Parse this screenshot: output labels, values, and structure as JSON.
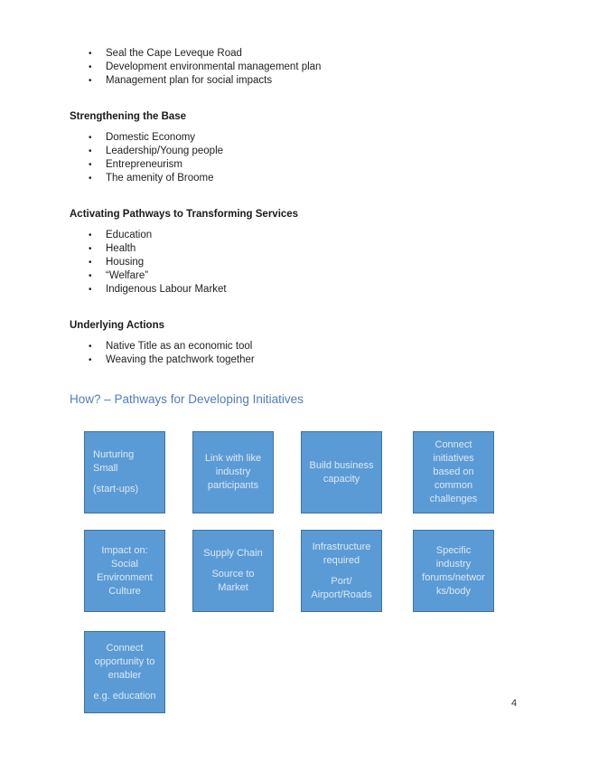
{
  "page": {
    "number": "4"
  },
  "intro_bullets": [
    "Seal the Cape Leveque Road",
    "Development environmental management plan",
    "Management plan for social impacts"
  ],
  "sections": [
    {
      "heading": "Strengthening the Base",
      "bullets": [
        "Domestic Economy",
        "Leadership/Young people",
        "Entrepreneurism",
        "The amenity of Broome"
      ]
    },
    {
      "heading": "Activating Pathways to Transforming Services",
      "bullets": [
        "Education",
        "Health",
        "Housing",
        "“Welfare”",
        "Indigenous Labour Market"
      ]
    },
    {
      "heading": "Underlying Actions",
      "bullets": [
        "Native Title as an economic tool",
        "Weaving the patchwork together"
      ]
    }
  ],
  "subheading": "How? – Pathways for Developing Initiatives",
  "colors": {
    "accent_heading": "#4f7dbb",
    "box_fill": "#5b9bd5",
    "box_border": "#41719c",
    "box_text": "#dce9f7"
  },
  "diagram": {
    "rows": [
      [
        {
          "align": "left",
          "lines": [
            "Nurturing",
            "Small",
            "",
            "(start-ups)"
          ]
        },
        {
          "align": "center",
          "lines": [
            "Link with like",
            "industry",
            "participants"
          ]
        },
        {
          "align": "center",
          "lines": [
            "Build business",
            "capacity"
          ]
        },
        {
          "align": "center",
          "lines": [
            "Connect",
            "initiatives",
            "based on",
            "common",
            "challenges"
          ]
        }
      ],
      [
        {
          "align": "center",
          "lines": [
            "Impact on:",
            "Social",
            "Environment",
            "Culture"
          ]
        },
        {
          "align": "center",
          "lines": [
            "Supply Chain",
            "",
            "Source to",
            "Market"
          ]
        },
        {
          "align": "center",
          "lines": [
            "Infrastructure",
            "required",
            "",
            "Port/",
            "Airport/Roads"
          ]
        },
        {
          "align": "center",
          "lines": [
            "Specific",
            "industry",
            "forums/networ",
            "ks/body"
          ]
        }
      ],
      [
        {
          "align": "center",
          "lines": [
            "Connect",
            "opportunity to",
            "enabler",
            "",
            "e.g. education"
          ]
        }
      ]
    ]
  }
}
